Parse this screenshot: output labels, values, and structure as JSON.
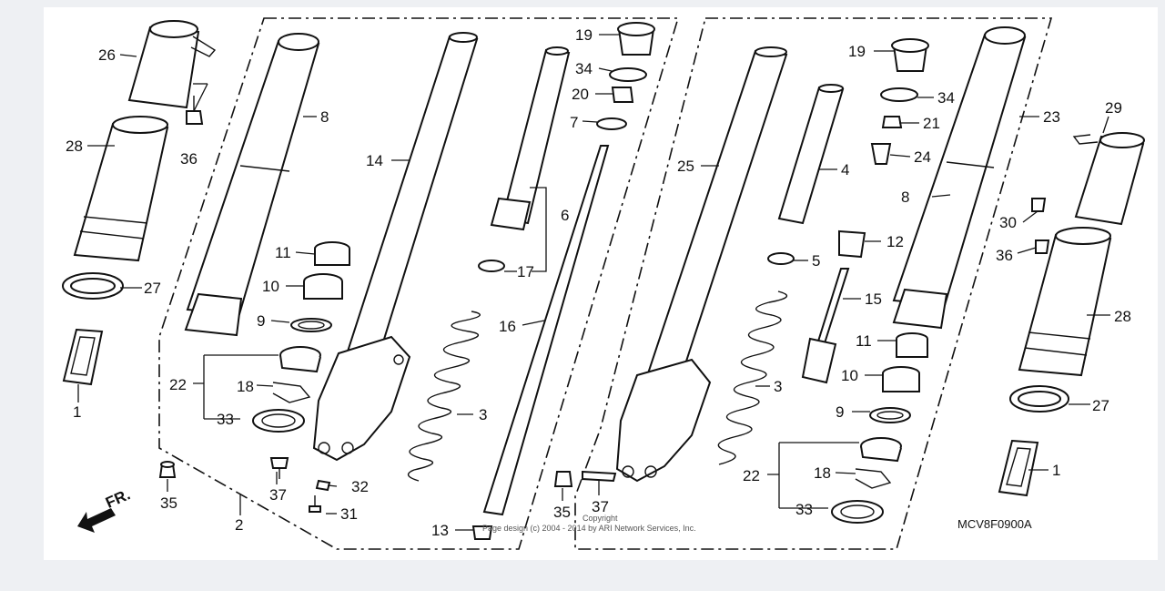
{
  "diagram": {
    "drawing_code": "MCV8F0900A",
    "copyright_label": "Copyright",
    "copyright_text": "Page design (c) 2004 - 2014 by ARI Network Services, Inc.",
    "direction_label": "FR.",
    "colors": {
      "line": "#111111",
      "background": "#ffffff",
      "page": "#eef0f3"
    },
    "icons": [
      "front-direction-arrow-icon"
    ],
    "callouts": [
      "26",
      "36",
      "8",
      "28",
      "27",
      "1",
      "11",
      "10",
      "9",
      "22",
      "18",
      "33",
      "37",
      "31",
      "32",
      "35",
      "2",
      "14",
      "6",
      "17",
      "16",
      "3",
      "13",
      "19",
      "34",
      "20",
      "7",
      "25",
      "35",
      "37",
      "19",
      "34",
      "21",
      "24",
      "4",
      "12",
      "5",
      "15",
      "11",
      "10",
      "9",
      "3",
      "22",
      "18",
      "33",
      "23",
      "8",
      "29",
      "30",
      "36",
      "28",
      "27",
      "1"
    ]
  }
}
